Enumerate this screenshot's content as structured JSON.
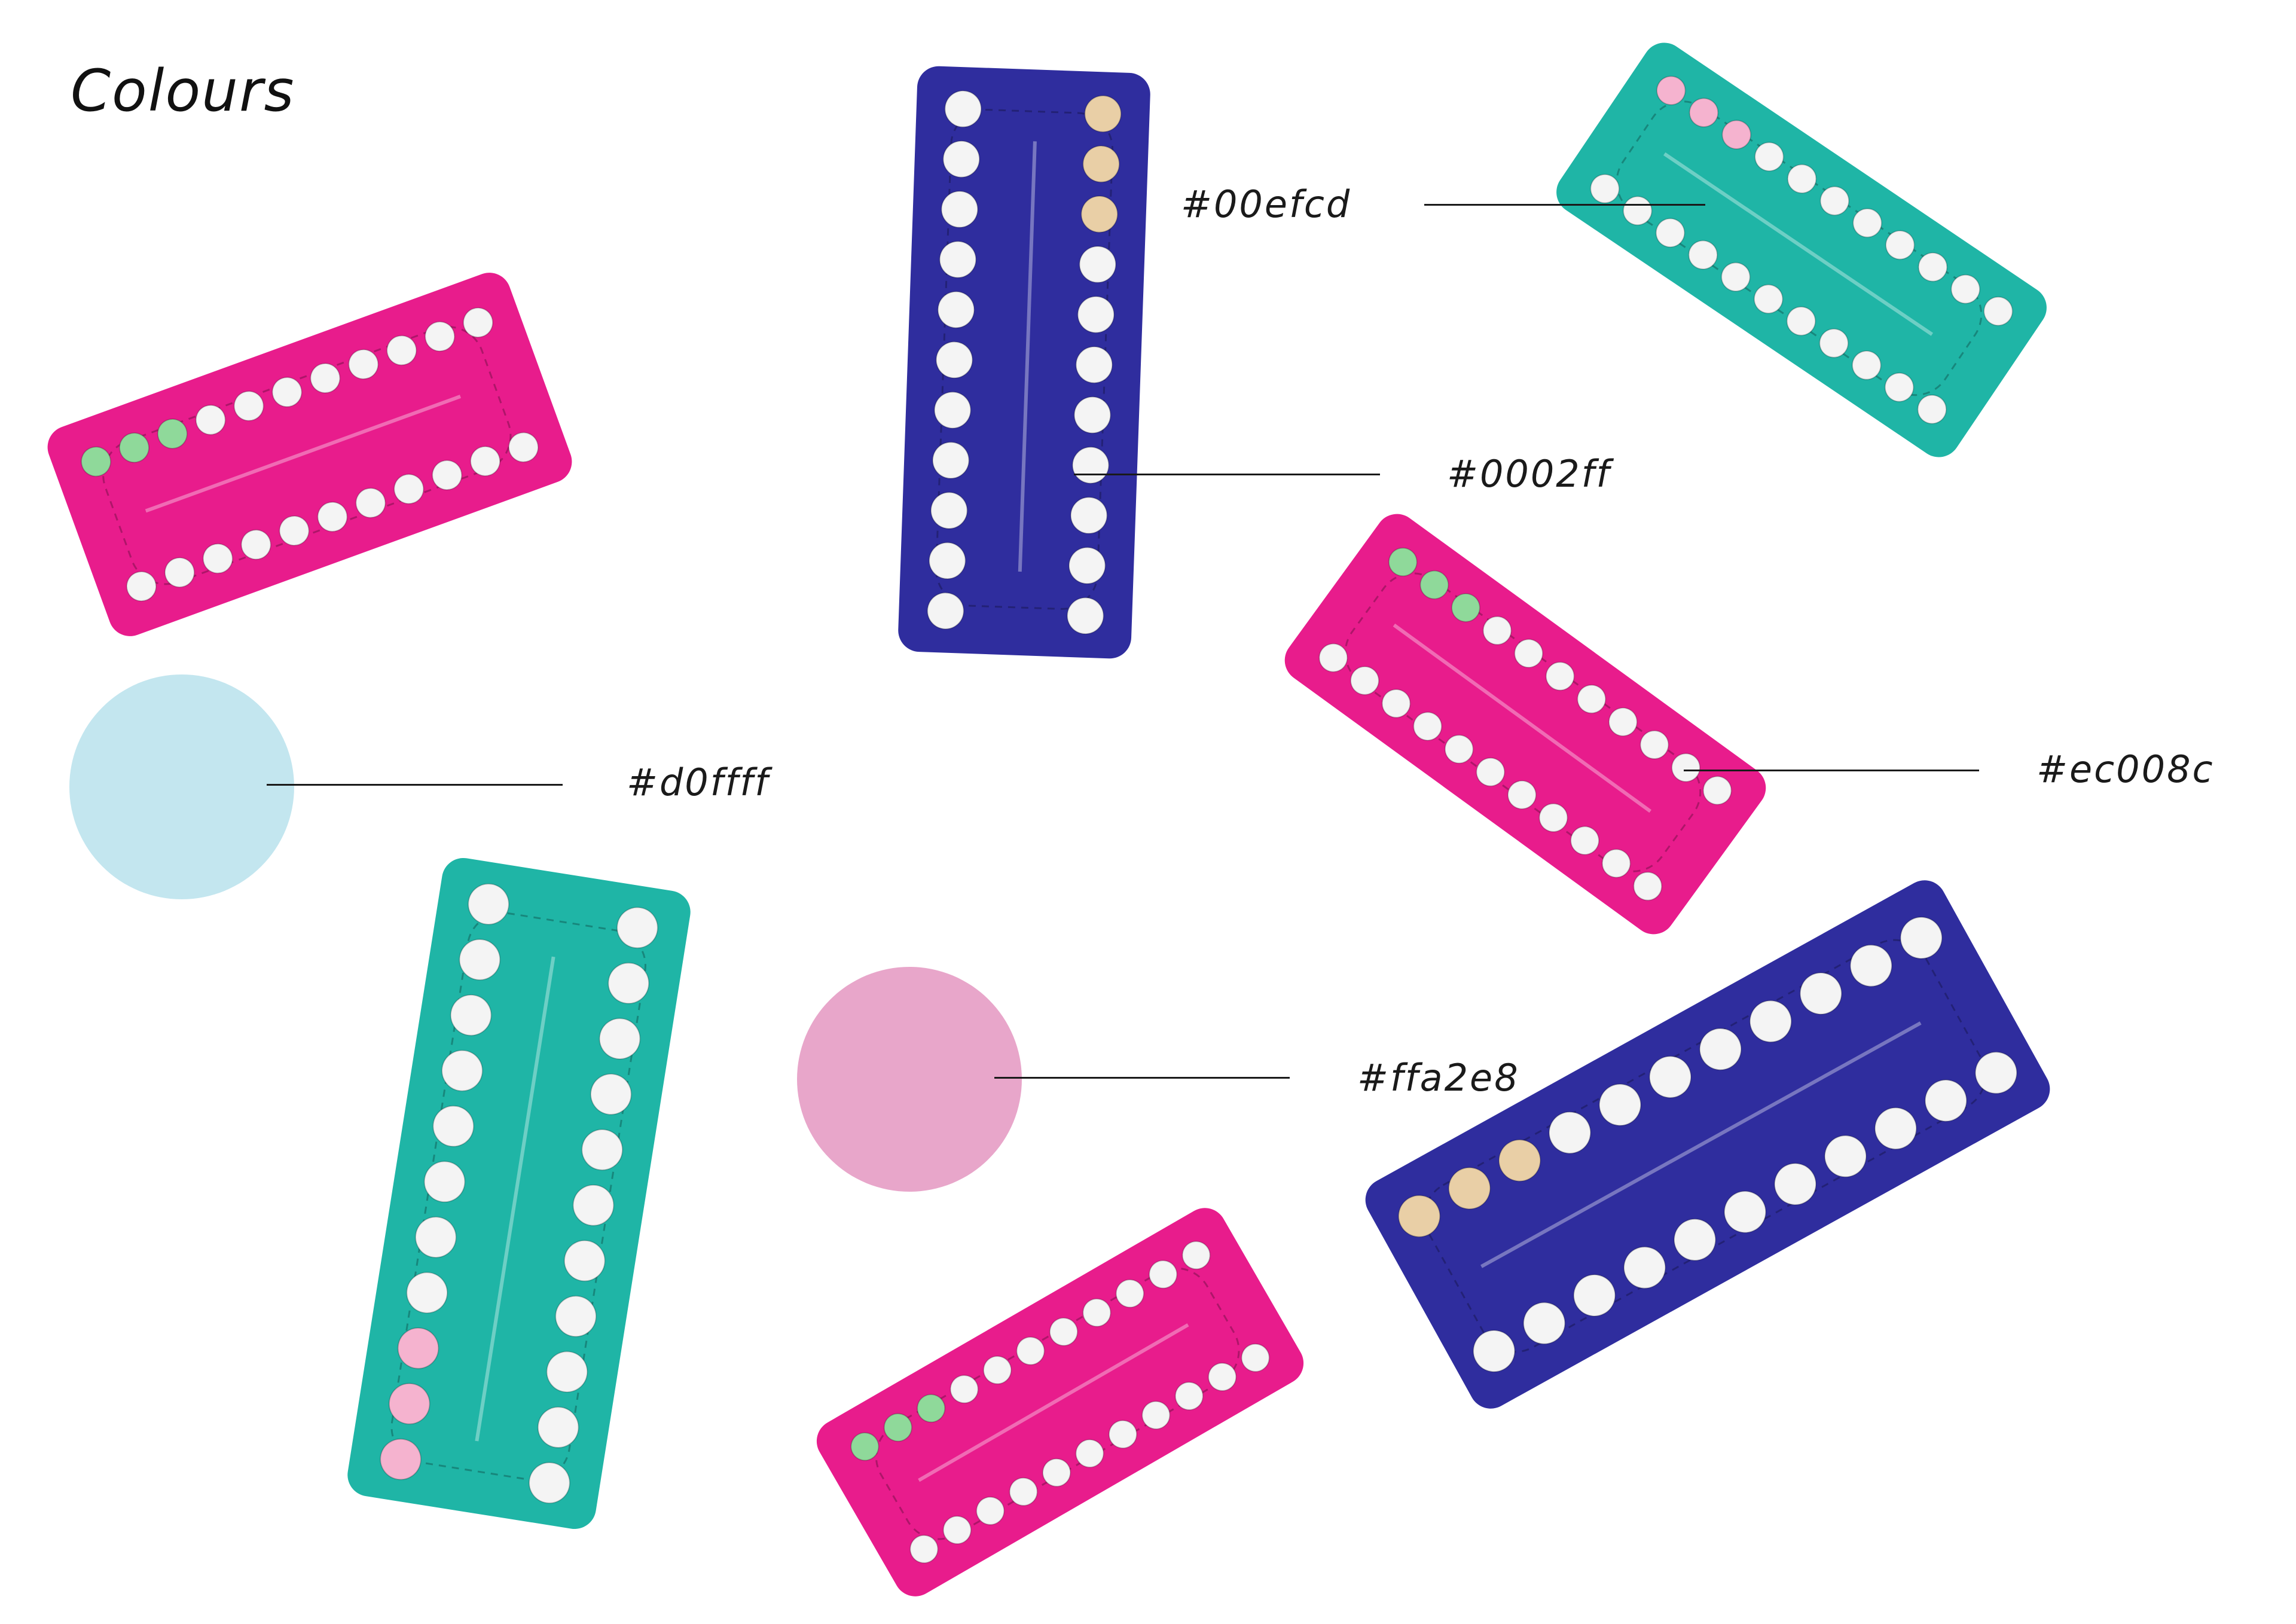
{
  "page": {
    "title": "Colours"
  },
  "colors": {
    "teal": "#00efcd",
    "blue": "#0002ff",
    "light_blue": "#d0ffff",
    "magenta": "#ec008c",
    "pink": "#ffa2e8",
    "pack_teal_render": "#1fb5a6",
    "pack_blue_render": "#2f2d9e",
    "pack_magenta_render": "#e81c8c",
    "swatch_light_blue_render": "#c3e6ef",
    "swatch_pink_render": "#e8a6ca"
  },
  "labels": {
    "teal_hex": "#00efcd",
    "blue_hex": "#0002ff",
    "light_blue_hex": "#d0ffff",
    "magenta_hex": "#ec008c",
    "pink_hex": "#ffa2e8"
  },
  "swatches": [
    {
      "name": "light-blue-swatch",
      "hex": "#d0ffff"
    },
    {
      "name": "pink-swatch",
      "hex": "#ffa2e8"
    }
  ],
  "pill_packs": [
    {
      "name": "pill-pack-magenta-top-left",
      "color": "magenta",
      "icon": "pill-blister-pack-icon"
    },
    {
      "name": "pill-pack-blue-top-center",
      "color": "blue",
      "icon": "pill-blister-pack-icon"
    },
    {
      "name": "pill-pack-teal-top-right",
      "color": "teal",
      "icon": "pill-blister-pack-icon"
    },
    {
      "name": "pill-pack-magenta-center-right",
      "color": "magenta",
      "icon": "pill-blister-pack-icon"
    },
    {
      "name": "pill-pack-teal-bottom-left",
      "color": "teal",
      "icon": "pill-blister-pack-icon"
    },
    {
      "name": "pill-pack-magenta-bottom-center",
      "color": "magenta",
      "icon": "pill-blister-pack-icon"
    },
    {
      "name": "pill-pack-blue-bottom-right",
      "color": "blue",
      "icon": "pill-blister-pack-icon"
    }
  ]
}
